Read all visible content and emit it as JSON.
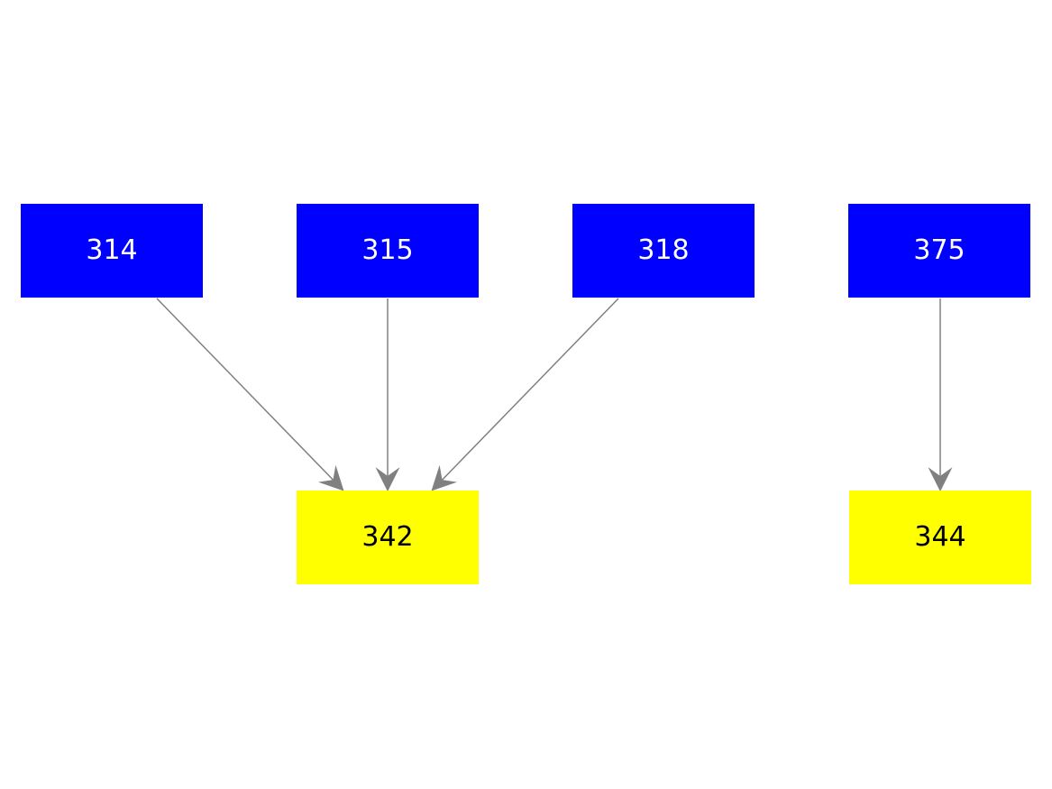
{
  "diagram": {
    "type": "directed-graph",
    "background_color": "#ffffff",
    "edge_color": "#808080",
    "nodes": [
      {
        "id": "314",
        "label": "314",
        "fill": "#0000ff",
        "text_color": "#ffffff",
        "role": "source"
      },
      {
        "id": "315",
        "label": "315",
        "fill": "#0000ff",
        "text_color": "#ffffff",
        "role": "source"
      },
      {
        "id": "318",
        "label": "318",
        "fill": "#0000ff",
        "text_color": "#ffffff",
        "role": "source"
      },
      {
        "id": "375",
        "label": "375",
        "fill": "#0000ff",
        "text_color": "#ffffff",
        "role": "source"
      },
      {
        "id": "342",
        "label": "342",
        "fill": "#ffff00",
        "text_color": "#000000",
        "role": "target"
      },
      {
        "id": "344",
        "label": "344",
        "fill": "#ffff00",
        "text_color": "#000000",
        "role": "target"
      }
    ],
    "edges": [
      {
        "from": "314",
        "to": "342"
      },
      {
        "from": "315",
        "to": "342"
      },
      {
        "from": "318",
        "to": "342"
      },
      {
        "from": "375",
        "to": "344"
      }
    ]
  }
}
